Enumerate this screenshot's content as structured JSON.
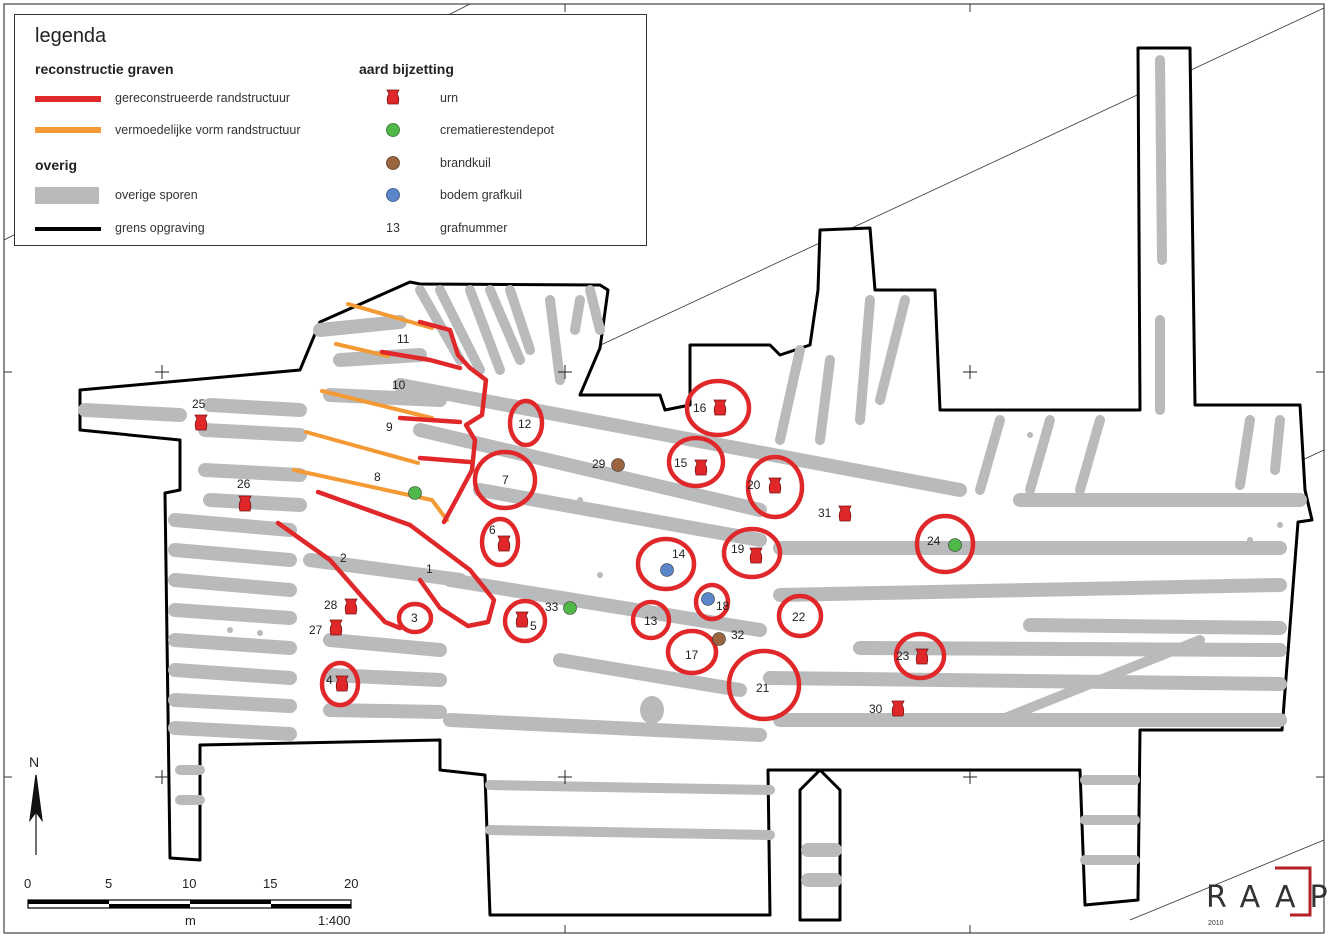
{
  "legend": {
    "title": "legenda",
    "section_graves": "reconstructie graven",
    "section_burial": "aard bijzetting",
    "section_other": "overig",
    "items_left": [
      {
        "label": "gereconstrueerde randstructuur",
        "color": "#e0282b"
      },
      {
        "label": "vermoedelijke vorm randstructuur",
        "color": "#f39a34"
      },
      {
        "label": "overige sporen",
        "color": "#b9babc"
      },
      {
        "label": "grens opgraving",
        "color": "#000000"
      }
    ],
    "items_right": [
      {
        "label": "urn",
        "color": "#e0282b"
      },
      {
        "label": "crematierestendepot",
        "color": "#4fb848"
      },
      {
        "label": "brandkuil",
        "color": "#9b6540"
      },
      {
        "label": "bodem grafkuil",
        "color": "#5b86c9"
      },
      {
        "label": "grafnummer",
        "symbol": "13"
      }
    ]
  },
  "graves": [
    {
      "n": "1",
      "type": "none"
    },
    {
      "n": "2",
      "type": "none"
    },
    {
      "n": "3",
      "type": "none"
    },
    {
      "n": "4",
      "type": "urn"
    },
    {
      "n": "5",
      "type": "urn"
    },
    {
      "n": "6",
      "type": "urn"
    },
    {
      "n": "7",
      "type": "none"
    },
    {
      "n": "8",
      "type": "crematierestendepot"
    },
    {
      "n": "9",
      "type": "none"
    },
    {
      "n": "10",
      "type": "none"
    },
    {
      "n": "11",
      "type": "none"
    },
    {
      "n": "12",
      "type": "none"
    },
    {
      "n": "13",
      "type": "none"
    },
    {
      "n": "14",
      "type": "bodem grafkuil"
    },
    {
      "n": "15",
      "type": "urn"
    },
    {
      "n": "16",
      "type": "urn"
    },
    {
      "n": "17",
      "type": "none"
    },
    {
      "n": "18",
      "type": "bodem grafkuil"
    },
    {
      "n": "19",
      "type": "urn"
    },
    {
      "n": "20",
      "type": "urn"
    },
    {
      "n": "21",
      "type": "none"
    },
    {
      "n": "22",
      "type": "none"
    },
    {
      "n": "23",
      "type": "urn"
    },
    {
      "n": "24",
      "type": "crematierestendepot"
    },
    {
      "n": "25",
      "type": "urn"
    },
    {
      "n": "26",
      "type": "urn"
    },
    {
      "n": "27",
      "type": "urn"
    },
    {
      "n": "28",
      "type": "urn"
    },
    {
      "n": "29",
      "type": "brandkuil"
    },
    {
      "n": "30",
      "type": "urn"
    },
    {
      "n": "31",
      "type": "urn"
    },
    {
      "n": "32",
      "type": "brandkuil"
    },
    {
      "n": "33",
      "type": "crematierestendepot"
    }
  ],
  "scale": {
    "ticks": [
      "0",
      "5",
      "10",
      "15",
      "20"
    ],
    "unit": "m",
    "ratio": "1:400"
  },
  "north_label": "N",
  "logo": {
    "text": "RAAP",
    "year": "2010"
  }
}
